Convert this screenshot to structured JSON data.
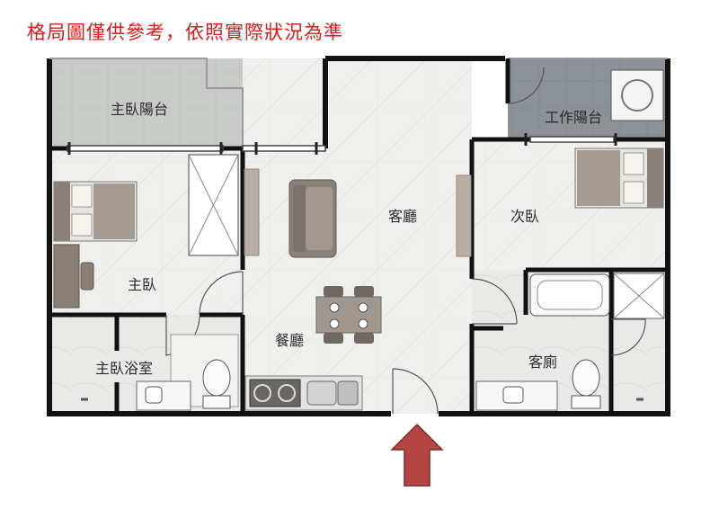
{
  "notice": "格局圖僅供參考，依照實際狀況為準",
  "rooms": {
    "master_balcony": "主臥陽台",
    "work_balcony": "工作陽台",
    "living_room": "客廳",
    "second_bedroom": "次臥",
    "master_bedroom": "主臥",
    "dining_room": "餐廳",
    "master_bathroom": "主臥浴室",
    "guest_bathroom": "客廁"
  },
  "icons": {
    "entrance": "entrance-arrow-icon",
    "sofa": "sofa-icon",
    "bed": "bed-icon",
    "toilet": "toilet-icon",
    "sink": "sink-icon",
    "bathtub": "bathtub-icon",
    "stove": "stove-icon",
    "washer": "washing-machine-icon",
    "dining_set": "dining-table-icon"
  },
  "colors": {
    "wall": "#111111",
    "floor": "#f1f1ef",
    "balcony_floor": "#c9ccc9",
    "work_balcony_floor": "#8e9499",
    "entrance_arrow": "#b54543",
    "notice_text": "#e01818"
  }
}
